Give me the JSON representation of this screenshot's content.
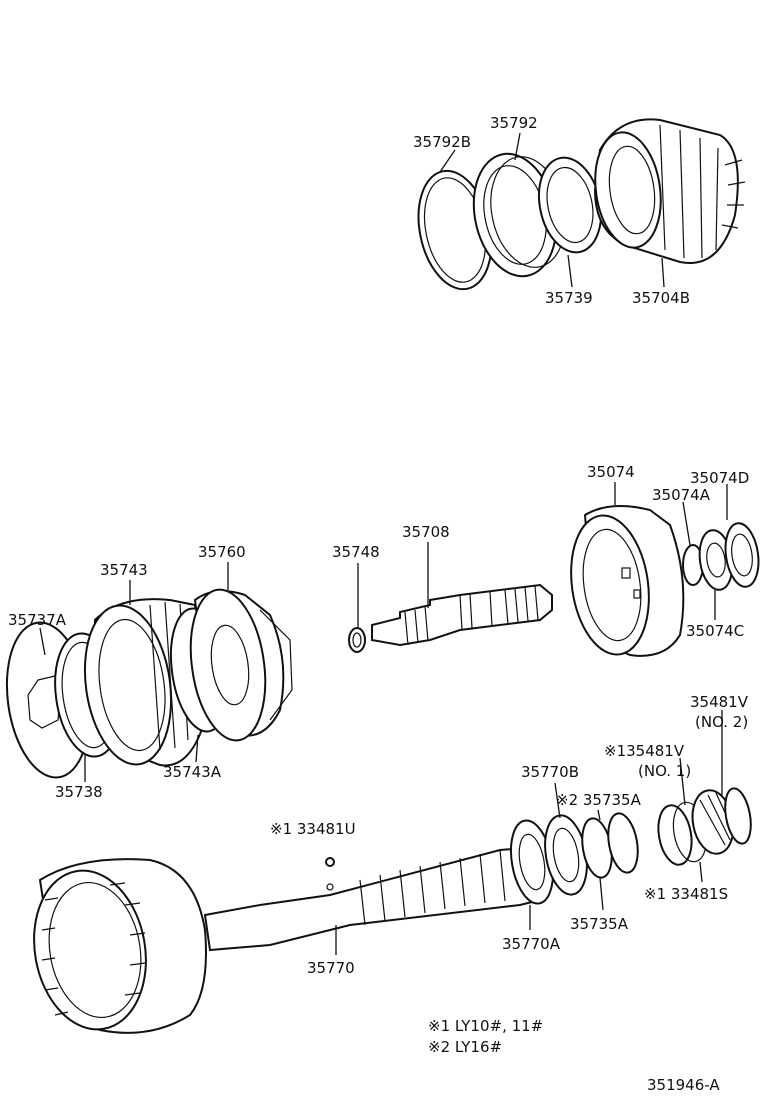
{
  "upper_group": {
    "label_35792B": "35792B",
    "label_35792": "35792",
    "label_35739": "35739",
    "label_35704B": "35704B"
  },
  "middle_group": {
    "label_35737A": "35737A",
    "label_35743": "35743",
    "label_35760": "35760",
    "label_35748": "35748",
    "label_35708": "35708",
    "label_35074": "35074",
    "label_35074D": "35074D",
    "label_35074A": "35074A",
    "label_35074C": "35074C",
    "label_35738": "35738",
    "label_35743A": "35743A"
  },
  "lower_group": {
    "label_35481V": "35481V",
    "label_35481V_sub": "(NO. 2)",
    "label_135481V": "※135481V",
    "label_135481V_sub": "(NO. 1)",
    "label_35770B": "35770B",
    "label_35735A_top": "※2 35735A",
    "label_33481U": "※1 33481U",
    "label_33481S": "※1  33481S",
    "label_35735A": "35735A",
    "label_35770A": "35770A",
    "label_35770": "35770"
  },
  "notes": {
    "note1": "※1  LY10#, 11#",
    "note2": "※2  LY16#"
  },
  "drawing_code": "351946-A"
}
